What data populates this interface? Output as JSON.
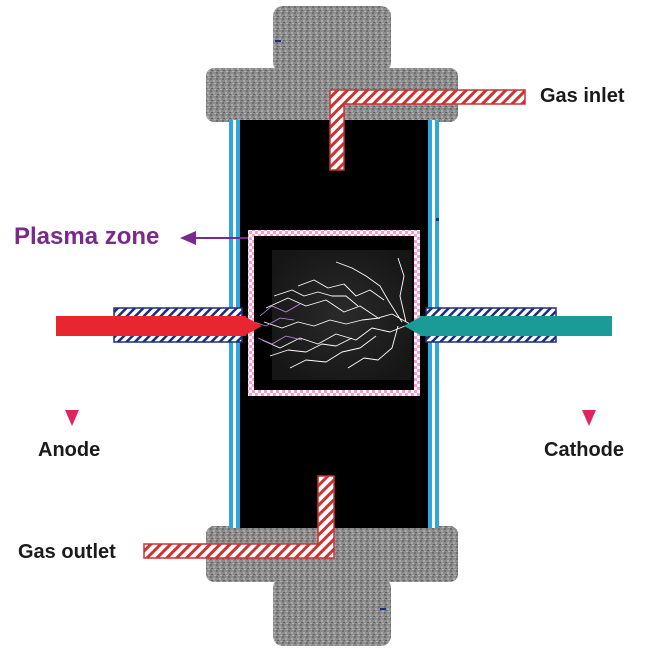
{
  "labels": {
    "gas_inlet": "Gas inlet",
    "plasma_zone": "Plasma zone",
    "anode": "Anode",
    "cathode": "Cathode",
    "gas_outlet": "Gas outlet"
  },
  "colors": {
    "flange": "#8c8c8c",
    "reactor_body": "#000000",
    "tube_wall": "#2fa6dc",
    "anode": "#e8262f",
    "cathode": "#1a9b98",
    "hatch": "#cc3333",
    "plasma_label": "#7a2a8c",
    "plasma_arrow": "#7a2a8c",
    "electrode_arrow": "#e0245e",
    "discharge": "#ffffff",
    "zone_border": "#ff9ad0"
  }
}
